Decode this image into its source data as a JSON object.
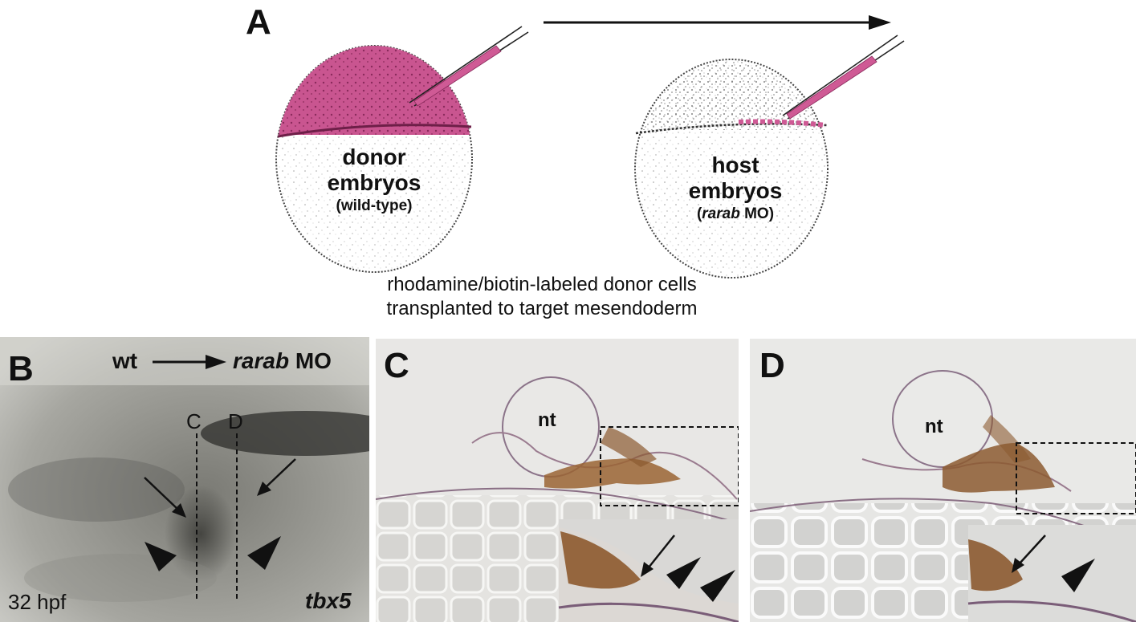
{
  "panel_a": {
    "letter": "A",
    "donor": {
      "line1": "donor",
      "line2": "embryos",
      "line3": "(wild-type)"
    },
    "host": {
      "line1": "host",
      "line2": "embryos",
      "line3_pre": "(",
      "line3_italic": "rarab",
      "line3_post": " MO)"
    },
    "caption": {
      "line1": "rhodamine/biotin-labeled donor cells",
      "line2": "transplanted to target mesendoderm"
    },
    "colors": {
      "label_magenta": "#cf5a95",
      "dark_magenta": "#a83573"
    }
  },
  "panel_b": {
    "letter": "B",
    "donor_label": "wt",
    "host_label_italic": "rarab",
    "host_label_suffix": " MO",
    "section_c": "C",
    "section_d": "D",
    "stage": "32 hpf",
    "gene": "tbx5"
  },
  "panel_c": {
    "letter": "C",
    "structure": "nt"
  },
  "panel_d": {
    "letter": "D",
    "structure": "nt"
  }
}
